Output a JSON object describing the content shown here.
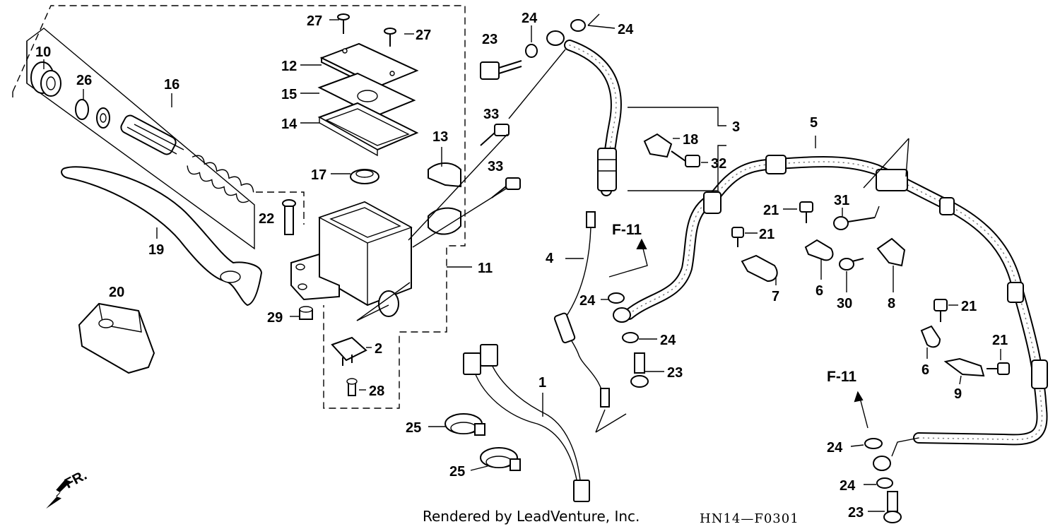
{
  "callouts": [
    {
      "id": "c1",
      "label": "1"
    },
    {
      "id": "c2",
      "label": "2"
    },
    {
      "id": "c3",
      "label": "3"
    },
    {
      "id": "c4",
      "label": "4"
    },
    {
      "id": "c5",
      "label": "5"
    },
    {
      "id": "c6a",
      "label": "6"
    },
    {
      "id": "c6b",
      "label": "6"
    },
    {
      "id": "c7",
      "label": "7"
    },
    {
      "id": "c8",
      "label": "8"
    },
    {
      "id": "c9",
      "label": "9"
    },
    {
      "id": "c10",
      "label": "10"
    },
    {
      "id": "c11",
      "label": "11"
    },
    {
      "id": "c12",
      "label": "12"
    },
    {
      "id": "c13",
      "label": "13"
    },
    {
      "id": "c14",
      "label": "14"
    },
    {
      "id": "c15",
      "label": "15"
    },
    {
      "id": "c16",
      "label": "16"
    },
    {
      "id": "c17",
      "label": "17"
    },
    {
      "id": "c18",
      "label": "18"
    },
    {
      "id": "c19",
      "label": "19"
    },
    {
      "id": "c20",
      "label": "20"
    },
    {
      "id": "c21a",
      "label": "21"
    },
    {
      "id": "c21b",
      "label": "21"
    },
    {
      "id": "c21c",
      "label": "21"
    },
    {
      "id": "c21d",
      "label": "21"
    },
    {
      "id": "c22",
      "label": "22"
    },
    {
      "id": "c23a",
      "label": "23"
    },
    {
      "id": "c23b",
      "label": "23"
    },
    {
      "id": "c23c",
      "label": "23"
    },
    {
      "id": "c24a",
      "label": "24"
    },
    {
      "id": "c24b",
      "label": "24"
    },
    {
      "id": "c24c",
      "label": "24"
    },
    {
      "id": "c24d",
      "label": "24"
    },
    {
      "id": "c24e",
      "label": "24"
    },
    {
      "id": "c24f",
      "label": "24"
    },
    {
      "id": "c25a",
      "label": "25"
    },
    {
      "id": "c25b",
      "label": "25"
    },
    {
      "id": "c26",
      "label": "26"
    },
    {
      "id": "c27a",
      "label": "27"
    },
    {
      "id": "c27b",
      "label": "27"
    },
    {
      "id": "c28",
      "label": "28"
    },
    {
      "id": "c29",
      "label": "29"
    },
    {
      "id": "c30",
      "label": "30"
    },
    {
      "id": "c31",
      "label": "31"
    },
    {
      "id": "c32",
      "label": "32"
    },
    {
      "id": "c33a",
      "label": "33"
    },
    {
      "id": "c33b",
      "label": "33"
    }
  ],
  "references": [
    {
      "id": "ref1",
      "label": "F-11"
    },
    {
      "id": "ref2",
      "label": "F-11"
    }
  ],
  "direction_label": "FR.",
  "footer": {
    "credit": "Rendered by LeadVenture, Inc.",
    "diagram_code": "HN14—F0301"
  }
}
